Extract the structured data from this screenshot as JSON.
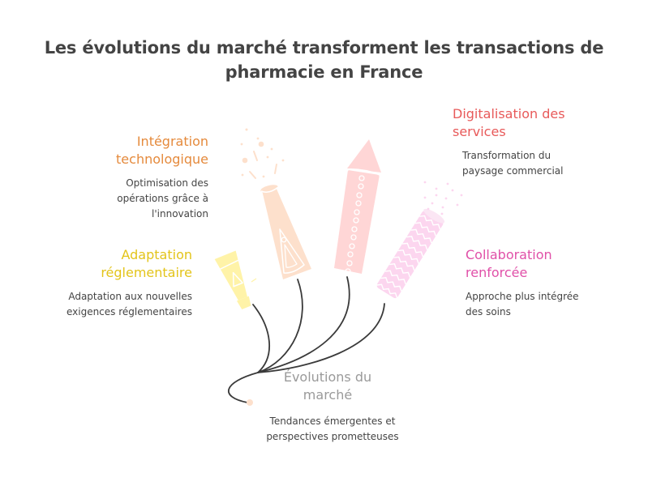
{
  "title": "Les évolutions du marché transforment les transactions de pharmacie en France",
  "title_lines": [
    "Les évolutions du marché transforment les transactions de",
    "pharmacie en France"
  ],
  "root": {
    "heading_lines": [
      "Évolutions du",
      "marché"
    ],
    "description_lines": [
      "Tendances émergentes et",
      "perspectives prometteuses"
    ],
    "color": "#9a9a9a"
  },
  "branches": [
    {
      "id": "adaptation",
      "heading_lines": [
        "Adaptation",
        "réglementaire"
      ],
      "description_lines": [
        "Adaptation aux nouvelles",
        "exigences réglementaires"
      ],
      "color": "#e3c41a",
      "rocket_color": "#fff3a8"
    },
    {
      "id": "integration",
      "heading_lines": [
        "Intégration",
        "technologique"
      ],
      "description_lines": [
        "Optimisation des",
        "opérations grâce à",
        "l'innovation"
      ],
      "color": "#e58a3c",
      "rocket_color": "#fde0cc"
    },
    {
      "id": "digitalisation",
      "heading_lines": [
        "Digitalisation des",
        "services"
      ],
      "description_lines": [
        "Transformation du",
        "paysage commercial"
      ],
      "color": "#e85a5a",
      "rocket_color": "#ffd6d6"
    },
    {
      "id": "collaboration",
      "heading_lines": [
        "Collaboration",
        "renforcée"
      ],
      "description_lines": [
        "Approche plus intégrée",
        "des soins"
      ],
      "color": "#e050a8",
      "rocket_color": "#fcd6ef"
    }
  ],
  "colors": {
    "text": "#444444",
    "fuse": "#3a3a3a",
    "spark": "#fde0cc"
  }
}
